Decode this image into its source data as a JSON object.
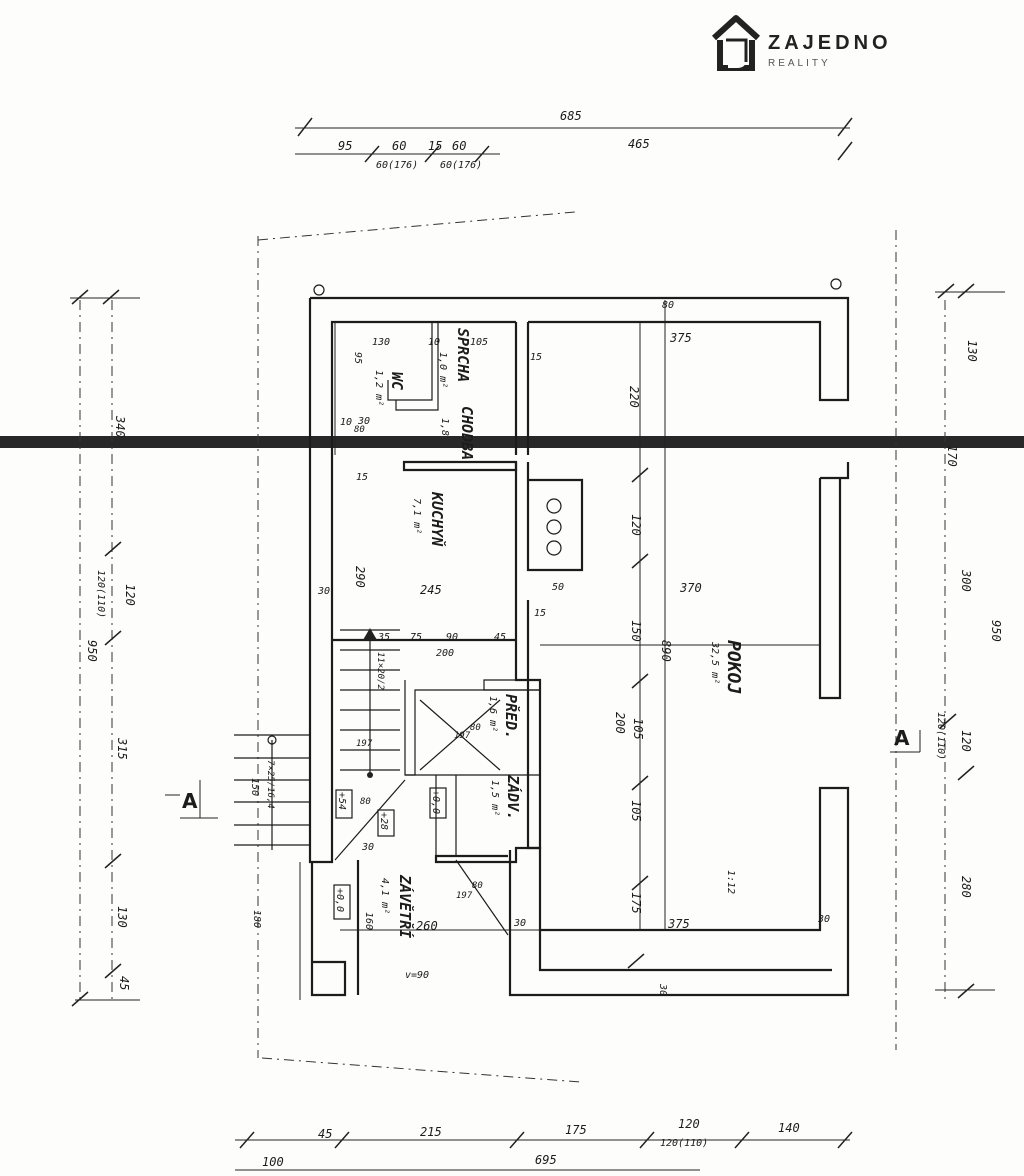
{
  "brand": {
    "name": "ZAJEDNO",
    "sub": "REALITY",
    "color": "#222222"
  },
  "rooms": {
    "wc_name": "WC",
    "wc_area": "1,2 m²",
    "sprcha_name": "SPRCHA",
    "sprcha_area": "1,0 m²",
    "chodba_name": "CHODBA",
    "chodba_area": "1,8",
    "kuchyn_name": "KUCHYŇ",
    "kuchyn_area": "7,1 m²",
    "pokoj_name": "POKOJ",
    "pokoj_area": "32,5 m²",
    "pred_name": "PŘED.",
    "pred_area": "1,6 m²",
    "zadv_name": "ZÁDV.",
    "zadv_area": "1,5 m²",
    "zavetri_name": "ZÁVĚTŘÍ",
    "zavetri_area": "4,1 m²",
    "zavetri_height": "v=90"
  },
  "section": {
    "left": "A",
    "right": "A"
  },
  "levels": {
    "l1": "+0,0",
    "l2": "+54",
    "l3": "+28",
    "l4": "+0,0"
  },
  "dims": {
    "top_total": "685",
    "top_95": "95",
    "top_60a": "60",
    "top_15": "15",
    "top_60b": "60",
    "top_60_176a": "60(176)",
    "top_60_176b": "60(176)",
    "top_465": "465",
    "bot_45": "45",
    "bot_215": "215",
    "bot_175": "175",
    "bot_120": "120",
    "bot_120_110": "120(110)",
    "bot_140": "140",
    "bot_100": "100",
    "bot_total": "695",
    "left_340": "340",
    "left_120": "120",
    "left_120_110": "120(110)",
    "left_950": "950",
    "left_315": "315",
    "left_130": "130",
    "left_45": "45",
    "right_130": "130",
    "right_170": "170",
    "right_300": "300",
    "right_950": "950",
    "right_120": "120",
    "right_120_110": "120(110)",
    "right_280": "280",
    "in_130": "130",
    "in_10": "10",
    "in_105": "105",
    "in_95": "95",
    "in_15a": "15",
    "in_80": "80",
    "in_375a": "375",
    "in_220": "220",
    "in_120": "120",
    "in_370": "370",
    "in_150": "150",
    "in_890": "890",
    "in_200a": "200",
    "in_105b": "105",
    "in_105c": "105",
    "in_175": "175",
    "in_375b": "375",
    "in_30a": "30",
    "in_30b": "30",
    "in_245": "245",
    "in_290": "290",
    "in_50": "50",
    "in_15b": "15",
    "in_35": "35",
    "in_75": "75",
    "in_90": "90",
    "in_45": "45",
    "in_200b": "200",
    "in_30c": "30",
    "in_30d": "30",
    "in_260": "260",
    "in_160": "160",
    "in_180": "180",
    "in_150b": "150",
    "in_7x25": "7×25/16,4",
    "in_11x": "11×20/2",
    "in_10b": "10",
    "in_30e": "30",
    "in_15c": "15",
    "in_30f": "30",
    "in_12": "1:12",
    "in_80b": "80",
    "in_80c": "80",
    "in_80d": "80",
    "in_80e": "80",
    "in_197a": "197",
    "in_197b": "197",
    "in_197c": "197"
  }
}
